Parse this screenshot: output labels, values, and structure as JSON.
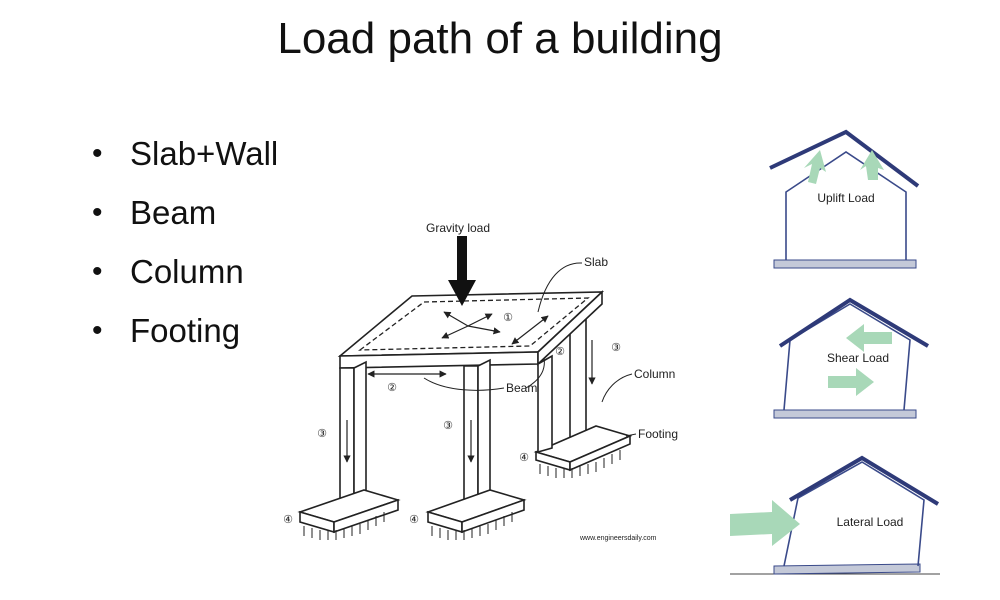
{
  "title": "Load path of a building",
  "bullets": [
    "Slab+Wall",
    "Beam",
    "Column",
    "Footing"
  ],
  "frame_labels": {
    "gravity": "Gravity load",
    "slab": "Slab",
    "beam": "Beam",
    "column": "Column",
    "footing": "Footing",
    "credit": "www.engineersdaily.com"
  },
  "step_markers": {
    "one": "①",
    "two": "②",
    "three": "③",
    "four": "④"
  },
  "house_labels": {
    "uplift": "Uplift Load",
    "shear": "Shear Load",
    "lateral": "Lateral Load"
  },
  "colors": {
    "roof": "#2e3a78",
    "wall": "#3a4a8a",
    "arrow": "#a8d8b8",
    "base": "#c4c9d8"
  }
}
